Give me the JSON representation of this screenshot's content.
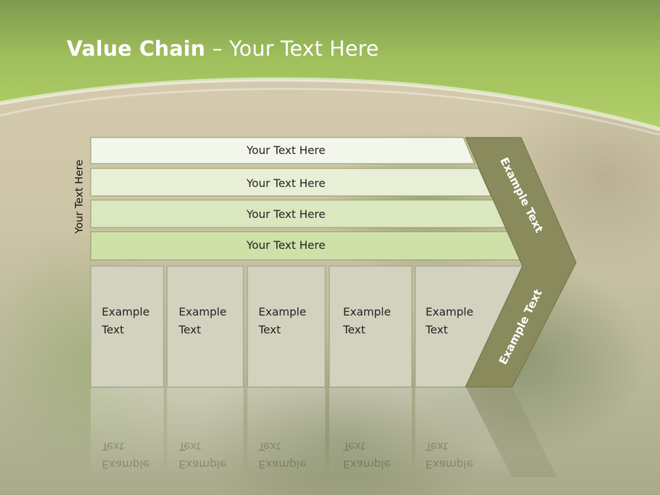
{
  "title": {
    "bold": "Value Chain",
    "rest": " – Your Text Here"
  },
  "vertical_label": "Your Text Here",
  "rows": [
    "Your Text Here",
    "Your Text Here",
    "Your Text Here",
    "Your Text Here"
  ],
  "boxes": [
    [
      "Example",
      "Text"
    ],
    [
      "Example",
      "Text"
    ],
    [
      "Example",
      "Text"
    ],
    [
      "Example",
      "Text"
    ],
    [
      "Example",
      "Text"
    ]
  ],
  "chevron": {
    "top": "Example Text",
    "bottom": "Example Text"
  },
  "colors": {
    "header_green": "#a9c85e",
    "row_fills": [
      "#f3f6ea",
      "#e8efd6",
      "#dbe7bf",
      "#cfe0a8"
    ],
    "box_fill": "#d3d2bf",
    "chevron_fill": "#898b5c"
  }
}
